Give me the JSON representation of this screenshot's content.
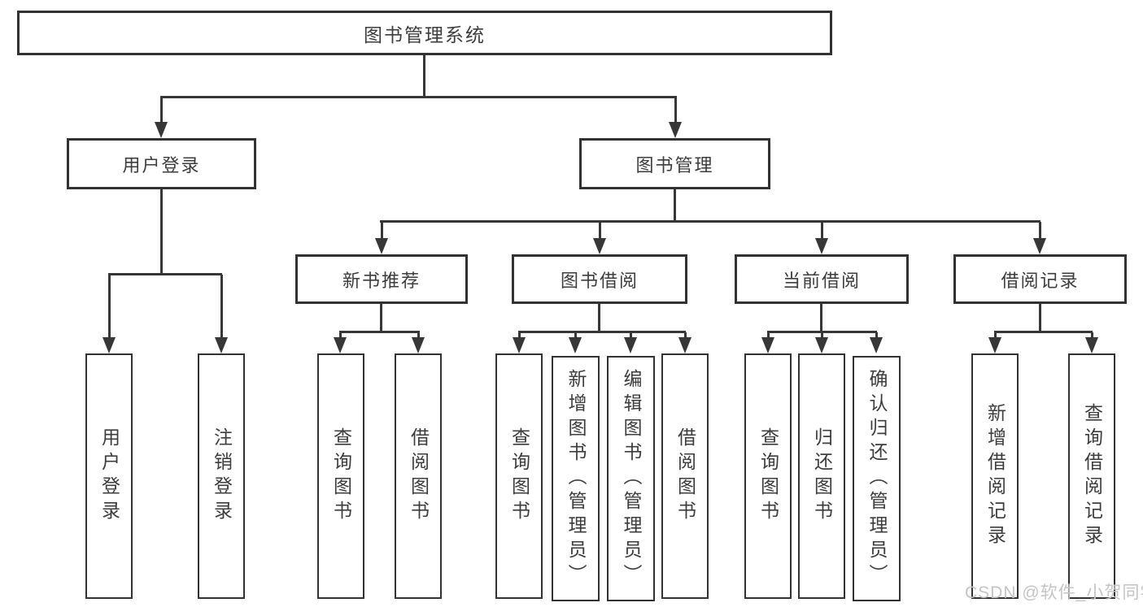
{
  "root": {
    "label": "图书管理系统"
  },
  "level2": [
    {
      "label": "用户登录"
    },
    {
      "label": "图书管理"
    }
  ],
  "level3": [
    {
      "label": "新书推荐"
    },
    {
      "label": "图书借阅"
    },
    {
      "label": "当前借阅"
    },
    {
      "label": "借阅记录"
    }
  ],
  "leaves": [
    {
      "label": "用户登录"
    },
    {
      "label": "注销登录"
    },
    {
      "label": "查询图书"
    },
    {
      "label": "借阅图书"
    },
    {
      "label": "查询图书"
    },
    {
      "label": "新增图书（管理员）"
    },
    {
      "label": "编辑图书（管理员）"
    },
    {
      "label": "借阅图书"
    },
    {
      "label": "查询图书"
    },
    {
      "label": "归还图书"
    },
    {
      "label": "确认归还（管理员）"
    },
    {
      "label": "新增借阅记录"
    },
    {
      "label": "查询借阅记录"
    }
  ],
  "watermark": {
    "text": "CSDN @软件_小贺同学"
  },
  "colors": {
    "line": "#373737",
    "border": "#323232",
    "text": "#3c3c3c",
    "watermark": "#c4c4c4",
    "background": "#ffffff"
  }
}
